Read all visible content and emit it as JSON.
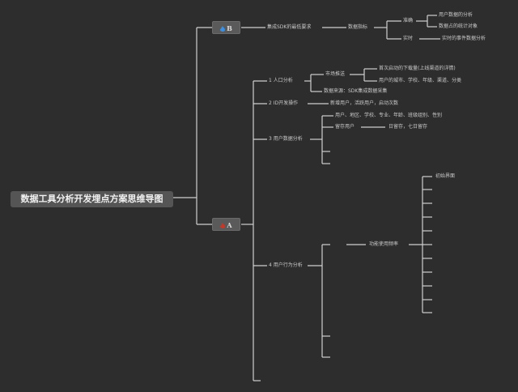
{
  "root": "数据工具分析开发埋点方案思维导图",
  "branchB": {
    "label": "B",
    "t1": "集成SDK的最低要求",
    "t2": "数据指标",
    "t3": "准确",
    "t3a": "用户数据的分析",
    "t3b": "数据占的统计对象",
    "t4": "实时",
    "t4a": "实时的事件数据分析"
  },
  "branchA": {
    "label": "A",
    "s1": "1 人口分析",
    "s1_a": "市场推送",
    "s1_a1": "首次启动的下载量(上线渠道的详情)",
    "s1_a2": "用户的城市、学校、年级、渠道、分类",
    "s1_b": "数据来源：SDK集成数据采集",
    "s2": "2 ID开发操作",
    "s2_a": "新增用户，活跃用户，启动次数",
    "s3": "3 用户数据分析",
    "s3_a": "用户、地区、学校、专业、年龄、班级组别、性别",
    "s3_b": "留存用户",
    "s3_b1": "日留存，七日留存",
    "s4": "4 用户行为分析",
    "s4_a": "功能使用频率",
    "s4_a1": "初始界面"
  },
  "colors": {
    "line": "#cfcfcf",
    "text": "#c9c9c9",
    "accentB": "#3d8fe0",
    "accentA": "#c0392b"
  },
  "icons": {
    "nodeB": "drop-icon",
    "nodeA": "drop-icon"
  }
}
